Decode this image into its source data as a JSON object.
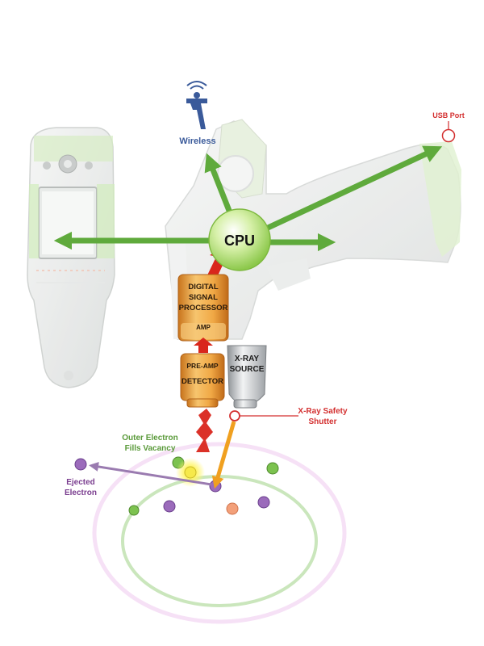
{
  "labels": {
    "wireless": "Wireless",
    "usb_port": "USB Port",
    "cpu": "CPU",
    "dsp_line1": "DIGITAL",
    "dsp_line2": "SIGNAL",
    "dsp_line3": "PROCESSOR",
    "amp": "AMP",
    "preamp": "PRE-AMP",
    "detector": "DETECTOR",
    "xray_line1": "X-RAY",
    "xray_line2": "SOURCE",
    "shutter_line1": "X-Ray Safety",
    "shutter_line2": "Shutter",
    "outer_line1": "Outer Electron",
    "outer_line2": "Fills Vacancy",
    "ejected_line1": "Ejected",
    "ejected_line2": "Electron"
  },
  "colors": {
    "flow_arrow": "#5faa3c",
    "wireless_text": "#3a5a9a",
    "usb_text": "#d32f2f",
    "shutter_text": "#d32f2f",
    "outer_electron_text": "#5a9a3a",
    "ejected_electron_text": "#7a3d8f",
    "component_orange": "#e89a3a",
    "cpu_green": "#b9e37a",
    "signal_red": "#d9261c",
    "xray_beam": "#f0a020"
  },
  "icons": [
    "wireless-antenna-icon",
    "usb-port-icon",
    "shutter-ring-icon"
  ]
}
